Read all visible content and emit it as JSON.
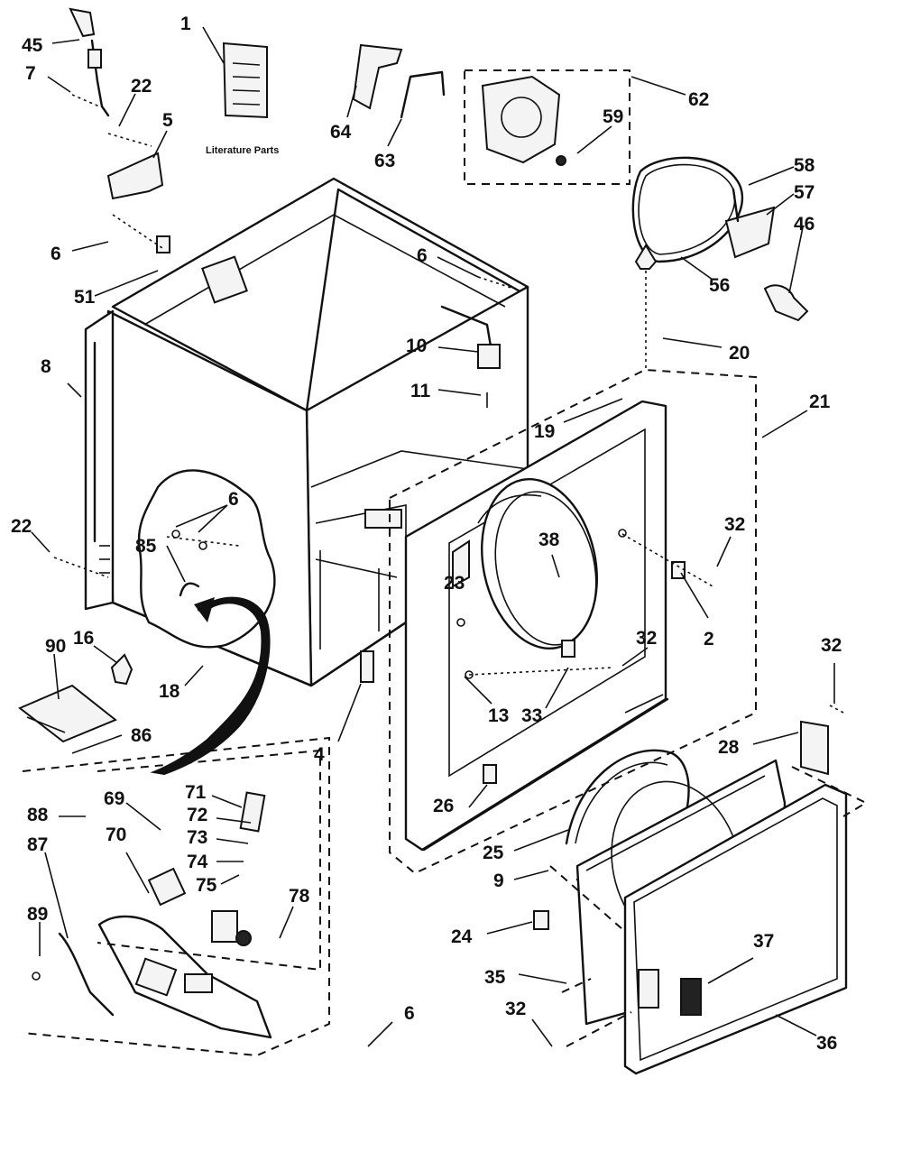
{
  "diagram": {
    "caption": "Literature Parts",
    "part_numbers": [
      "1",
      "2",
      "4",
      "5",
      "6",
      "7",
      "8",
      "9",
      "10",
      "11",
      "13",
      "16",
      "18",
      "19",
      "20",
      "21",
      "22",
      "23",
      "24",
      "25",
      "26",
      "28",
      "32",
      "33",
      "35",
      "36",
      "37",
      "38",
      "45",
      "46",
      "51",
      "56",
      "57",
      "58",
      "59",
      "62",
      "63",
      "64",
      "69",
      "70",
      "71",
      "72",
      "73",
      "74",
      "75",
      "78",
      "85",
      "86",
      "87",
      "88",
      "89",
      "90"
    ],
    "labels": {
      "p45": "45",
      "p7": "7",
      "p22a": "22",
      "p5": "5",
      "p1": "1",
      "p64": "64",
      "p63": "63",
      "p62": "62",
      "p59": "59",
      "p58": "58",
      "p57": "57",
      "p46": "46",
      "p56": "56",
      "p6a": "6",
      "p51": "51",
      "p6b": "6",
      "p8": "8",
      "p10": "10",
      "p11": "11",
      "p20": "20",
      "p19": "19",
      "p21": "21",
      "p6c": "6",
      "p22b": "22",
      "p85": "85",
      "p38": "38",
      "p32a": "32",
      "p23": "23",
      "p2": "2",
      "p90": "90",
      "p16": "16",
      "p18": "18",
      "p32b": "32",
      "p13": "13",
      "p33": "33",
      "p32c": "32",
      "p86": "86",
      "p4": "4",
      "p28": "28",
      "p71": "71",
      "p69": "69",
      "p88": "88",
      "p72": "72",
      "p73": "73",
      "p70": "70",
      "p87": "87",
      "p74": "74",
      "p26": "26",
      "p75": "75",
      "p78": "78",
      "p25": "25",
      "p9": "9",
      "p89": "89",
      "p24": "24",
      "p37": "37",
      "p35": "35",
      "p32d": "32",
      "p6d": "6",
      "p36": "36"
    },
    "colors": {
      "ink": "#111111",
      "paper": "#ffffff"
    }
  }
}
